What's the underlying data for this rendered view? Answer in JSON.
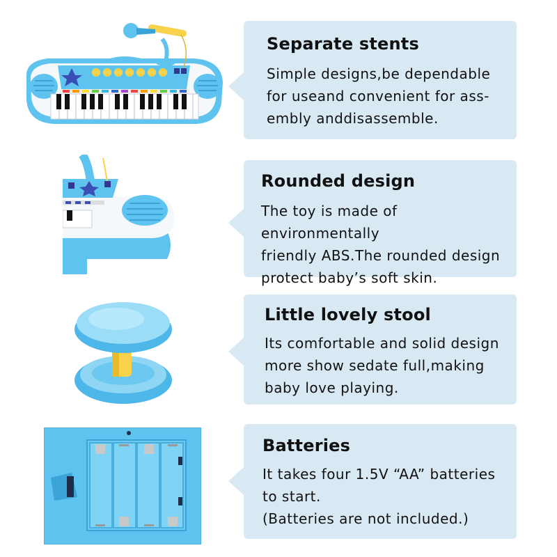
{
  "features": [
    {
      "title": "Separate stents",
      "lines": [
        "Simple designs,be dependable",
        "for useand convenient for ass-",
        "embly anddisassemble."
      ]
    },
    {
      "title": "Rounded design",
      "lines": [
        "The toy is made of environmentally",
        "friendly ABS.The rounded design",
        "protect baby’s soft skin."
      ]
    },
    {
      "title": "Little lovely stool",
      "lines": [
        "Its comfortable and solid design",
        "more show sedate full,making",
        "baby love playing."
      ]
    },
    {
      "title": "Batteries",
      "lines": [
        "It takes four 1.5V “AA” batteries",
        "to start.",
        "(Batteries are not included.)"
      ]
    }
  ],
  "colors": {
    "card_bg": "#d9e9f3",
    "toy_blue": "#5ec3ee",
    "toy_white": "#f4f8fb",
    "accent_yellow": "#f7d24a"
  },
  "icons": [
    "keyboard-toy-image",
    "keyboard-closeup-image",
    "stool-image",
    "battery-compartment-image"
  ]
}
